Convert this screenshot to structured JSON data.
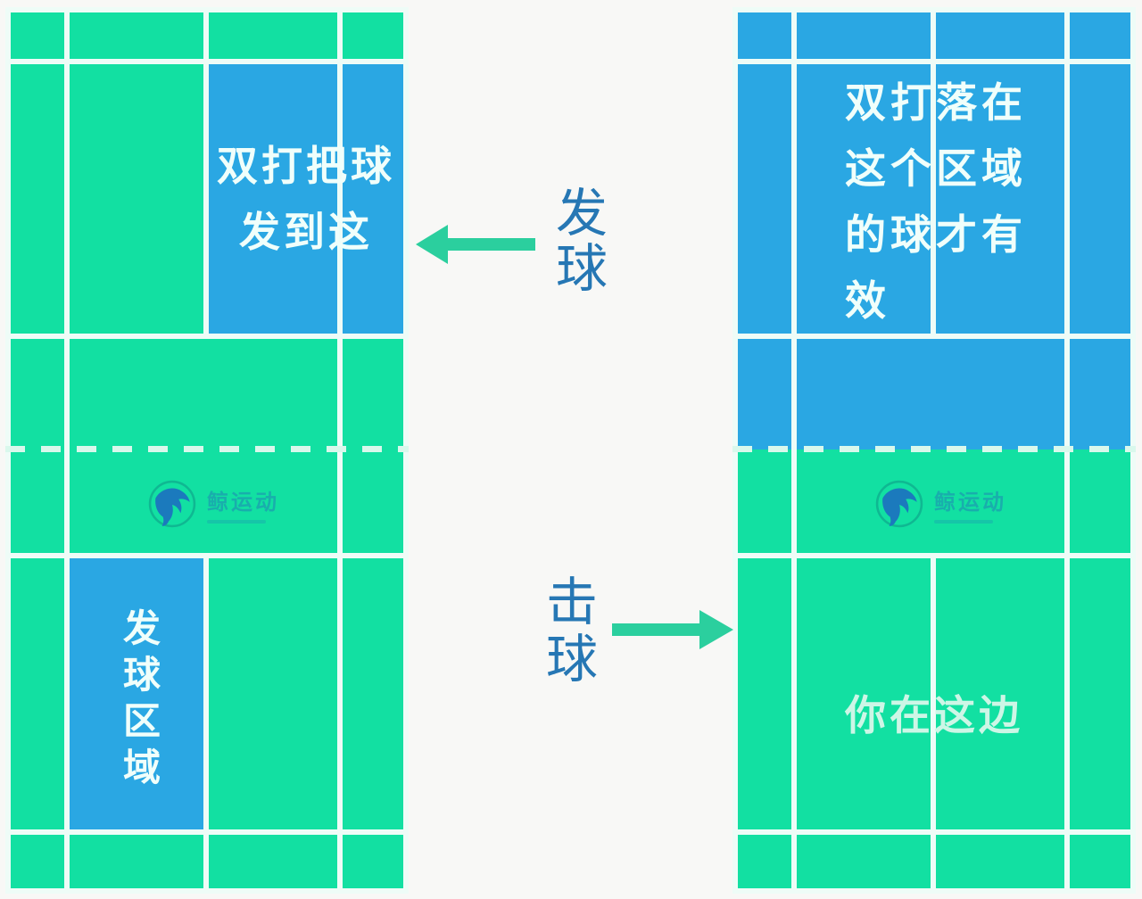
{
  "colors": {
    "background": "#f8f8f6",
    "court-green": "#12e0a2",
    "court-blue": "#2aa7e3",
    "line-white": "#eefcf7",
    "dash-white": "#d9f8ec",
    "box-text": "#f0fffb",
    "pale-text": "#cdf6e6",
    "annotation-blue": "#2677b4",
    "arrow-green": "#2bcf9e",
    "logo-blue": "#1d6fc0",
    "logo-ring": "#0fa98c",
    "logo-text": "#1f8cb4"
  },
  "left_court": {
    "serve_target": {
      "lines": [
        "双打把球",
        "发到这"
      ]
    },
    "serve_zone": {
      "chars": [
        "发",
        "球",
        "区",
        "域"
      ]
    }
  },
  "right_court": {
    "valid_zone": {
      "lines": [
        "双打落在",
        "这个区域",
        "的球才有",
        "效"
      ]
    },
    "player_side": {
      "label": "你在这边"
    }
  },
  "annotations": {
    "serve": {
      "chars": [
        "发",
        "球"
      ]
    },
    "hit": {
      "chars": [
        "击",
        "球"
      ]
    }
  },
  "watermark": {
    "brand": "鲸运动"
  }
}
